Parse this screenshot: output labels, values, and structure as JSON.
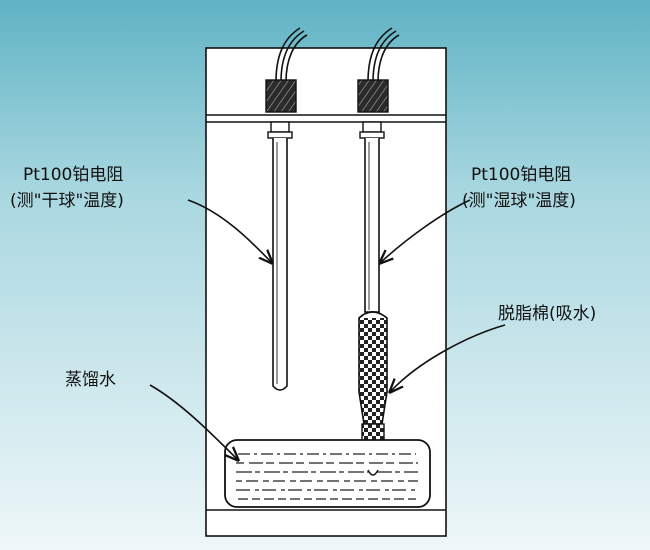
{
  "labels": {
    "dry_title": "Pt100铂电阻",
    "dry_sub": "(测\"干球\"温度)",
    "wet_title": "Pt100铂电阻",
    "wet_sub": "(测\"湿球\"温度)",
    "wick": "脱脂棉(吸水)",
    "water": "蒸馏水"
  },
  "colors": {
    "bg_top": "#5fb3c4",
    "bg_bottom": "#eef7f9",
    "box_fill": "#ffffff",
    "ink": "#111111"
  }
}
